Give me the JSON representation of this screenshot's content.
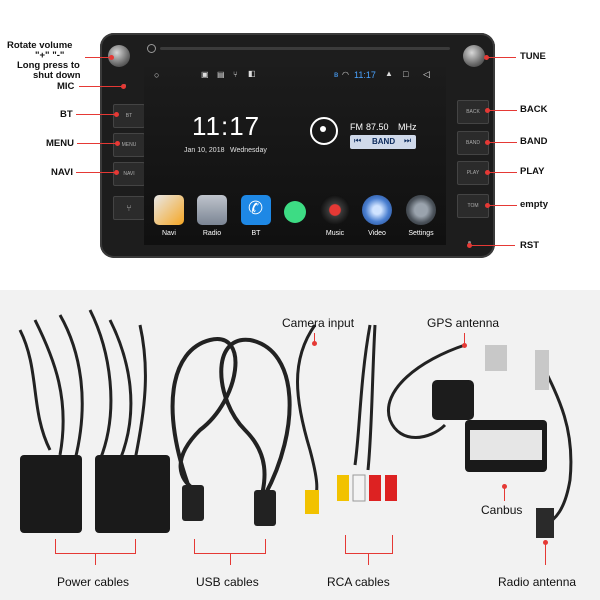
{
  "callouts_left": {
    "rotate_volume": "Rotate volume",
    "rotate_volume_2": "\"+\" \"-\"",
    "long_press": "Long press to",
    "shut_down": "shut down",
    "mic": "MIC",
    "bt": "BT",
    "menu": "MENU",
    "navi": "NAVI"
  },
  "callouts_right": {
    "tune": "TUNE",
    "back": "BACK",
    "band": "BAND",
    "play": "PLAY",
    "empty": "empty",
    "rst": "RST"
  },
  "side_buttons_left": [
    "BT",
    "MENU",
    "NAVI"
  ],
  "side_buttons_right": [
    "BACK",
    "BAND",
    "PLAY",
    "TOM"
  ],
  "screen": {
    "status_time": "11:17",
    "clock": "11:17",
    "date": "Jan 10, 2018",
    "weekday": "Wednesday",
    "fm_label": "FM",
    "frequency": "87.50",
    "freq_unit": "MHz",
    "band_button": "BAND",
    "apps": [
      "Navi",
      "Radio",
      "BT",
      "",
      "Music",
      "Video",
      "Settings"
    ]
  },
  "bottom_labels": {
    "camera_input": "Camera input",
    "gps_antenna": "GPS antenna",
    "canbus": "Canbus",
    "power_cables": "Power cables",
    "usb_cables": "USB cables",
    "rca_cables": "RCA cables",
    "radio_antenna": "Radio antenna"
  },
  "colors": {
    "accent": "#e53935",
    "bezel": "#1d1d1d",
    "band_box": "#cfd9ea"
  }
}
